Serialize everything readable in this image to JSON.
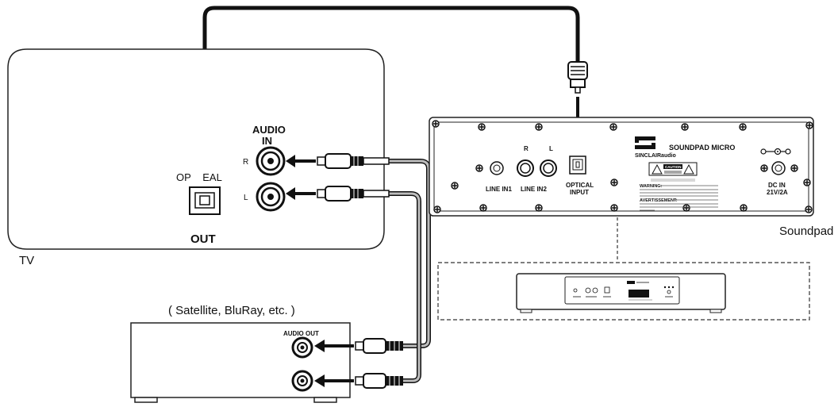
{
  "tv": {
    "label": "TV",
    "audio_in": "AUDIO\nIN",
    "optical": "OP    EAL",
    "out": "OUT",
    "jack_r": "R",
    "jack_l": "L"
  },
  "source": {
    "caption": "( Satellite, BluRay, etc. )",
    "audio_out": "AUDIO OUT"
  },
  "soundpad": {
    "label": "Soundpad",
    "brand": "SINCLAIRaudio",
    "model": "SOUNDPAD MICRO",
    "jack_r": "R",
    "jack_l": "L",
    "line_in1": "LINE IN1",
    "line_in2": "LINE IN2",
    "optical_input": "OPTICAL\nINPUT",
    "dc_in": "DC IN\n21V/2A",
    "caution": "CAUTION",
    "warning_title": "WARNING:",
    "warning_text": "TO REDUCE THE RISK OF ELECTRIC SHOCK, DO NOT REMOVE COVER (OR BACK). NO USER-SERVICEABLE PARTS INSIDE.",
    "avertissement_title": "AVERTISSEMENT:",
    "avertissement_text": "POUR REDUIRE LE RISQUE DE CHOC ELECTRIQUE, NE PAS RETIRER LE COUVERCLE."
  },
  "colors": {
    "line": "#1a1a1a",
    "cable_fill": "#bdbdbd",
    "optical_cable": "#111111",
    "dash": "#333333"
  }
}
